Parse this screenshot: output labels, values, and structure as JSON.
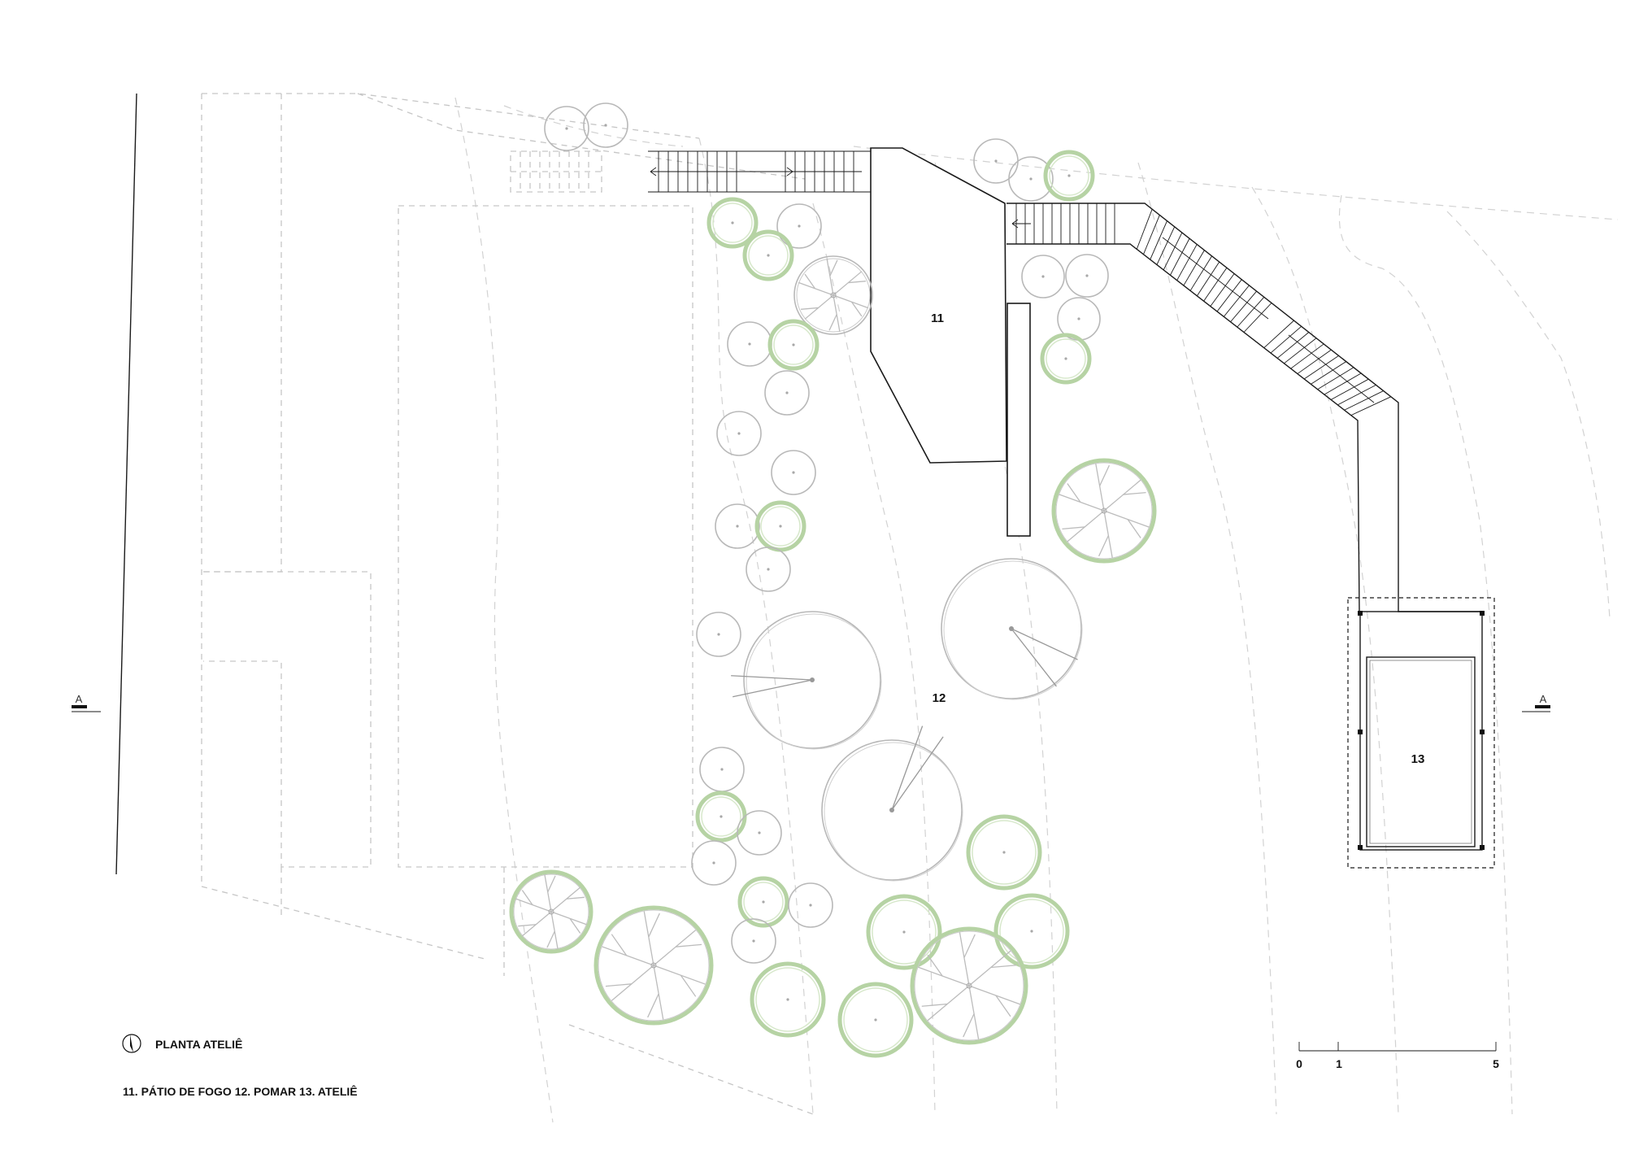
{
  "labels": {
    "patio": "11",
    "pomar": "12",
    "atelie": "13"
  },
  "section_marker": {
    "left": "A",
    "right": "A"
  },
  "legend": {
    "title": "PLANTA ATELIÊ",
    "caption": "11. PÁTIO DE FOGO 12. POMAR 13. ATELIÊ"
  },
  "scale_bar": {
    "ticks": [
      "0",
      "1",
      "5"
    ]
  },
  "colors": {
    "ink": "#1a1a1a",
    "grey_tree": "#b8b8b8",
    "green_tree": "#b6d3a4",
    "dashed": "#c6c6c6"
  }
}
